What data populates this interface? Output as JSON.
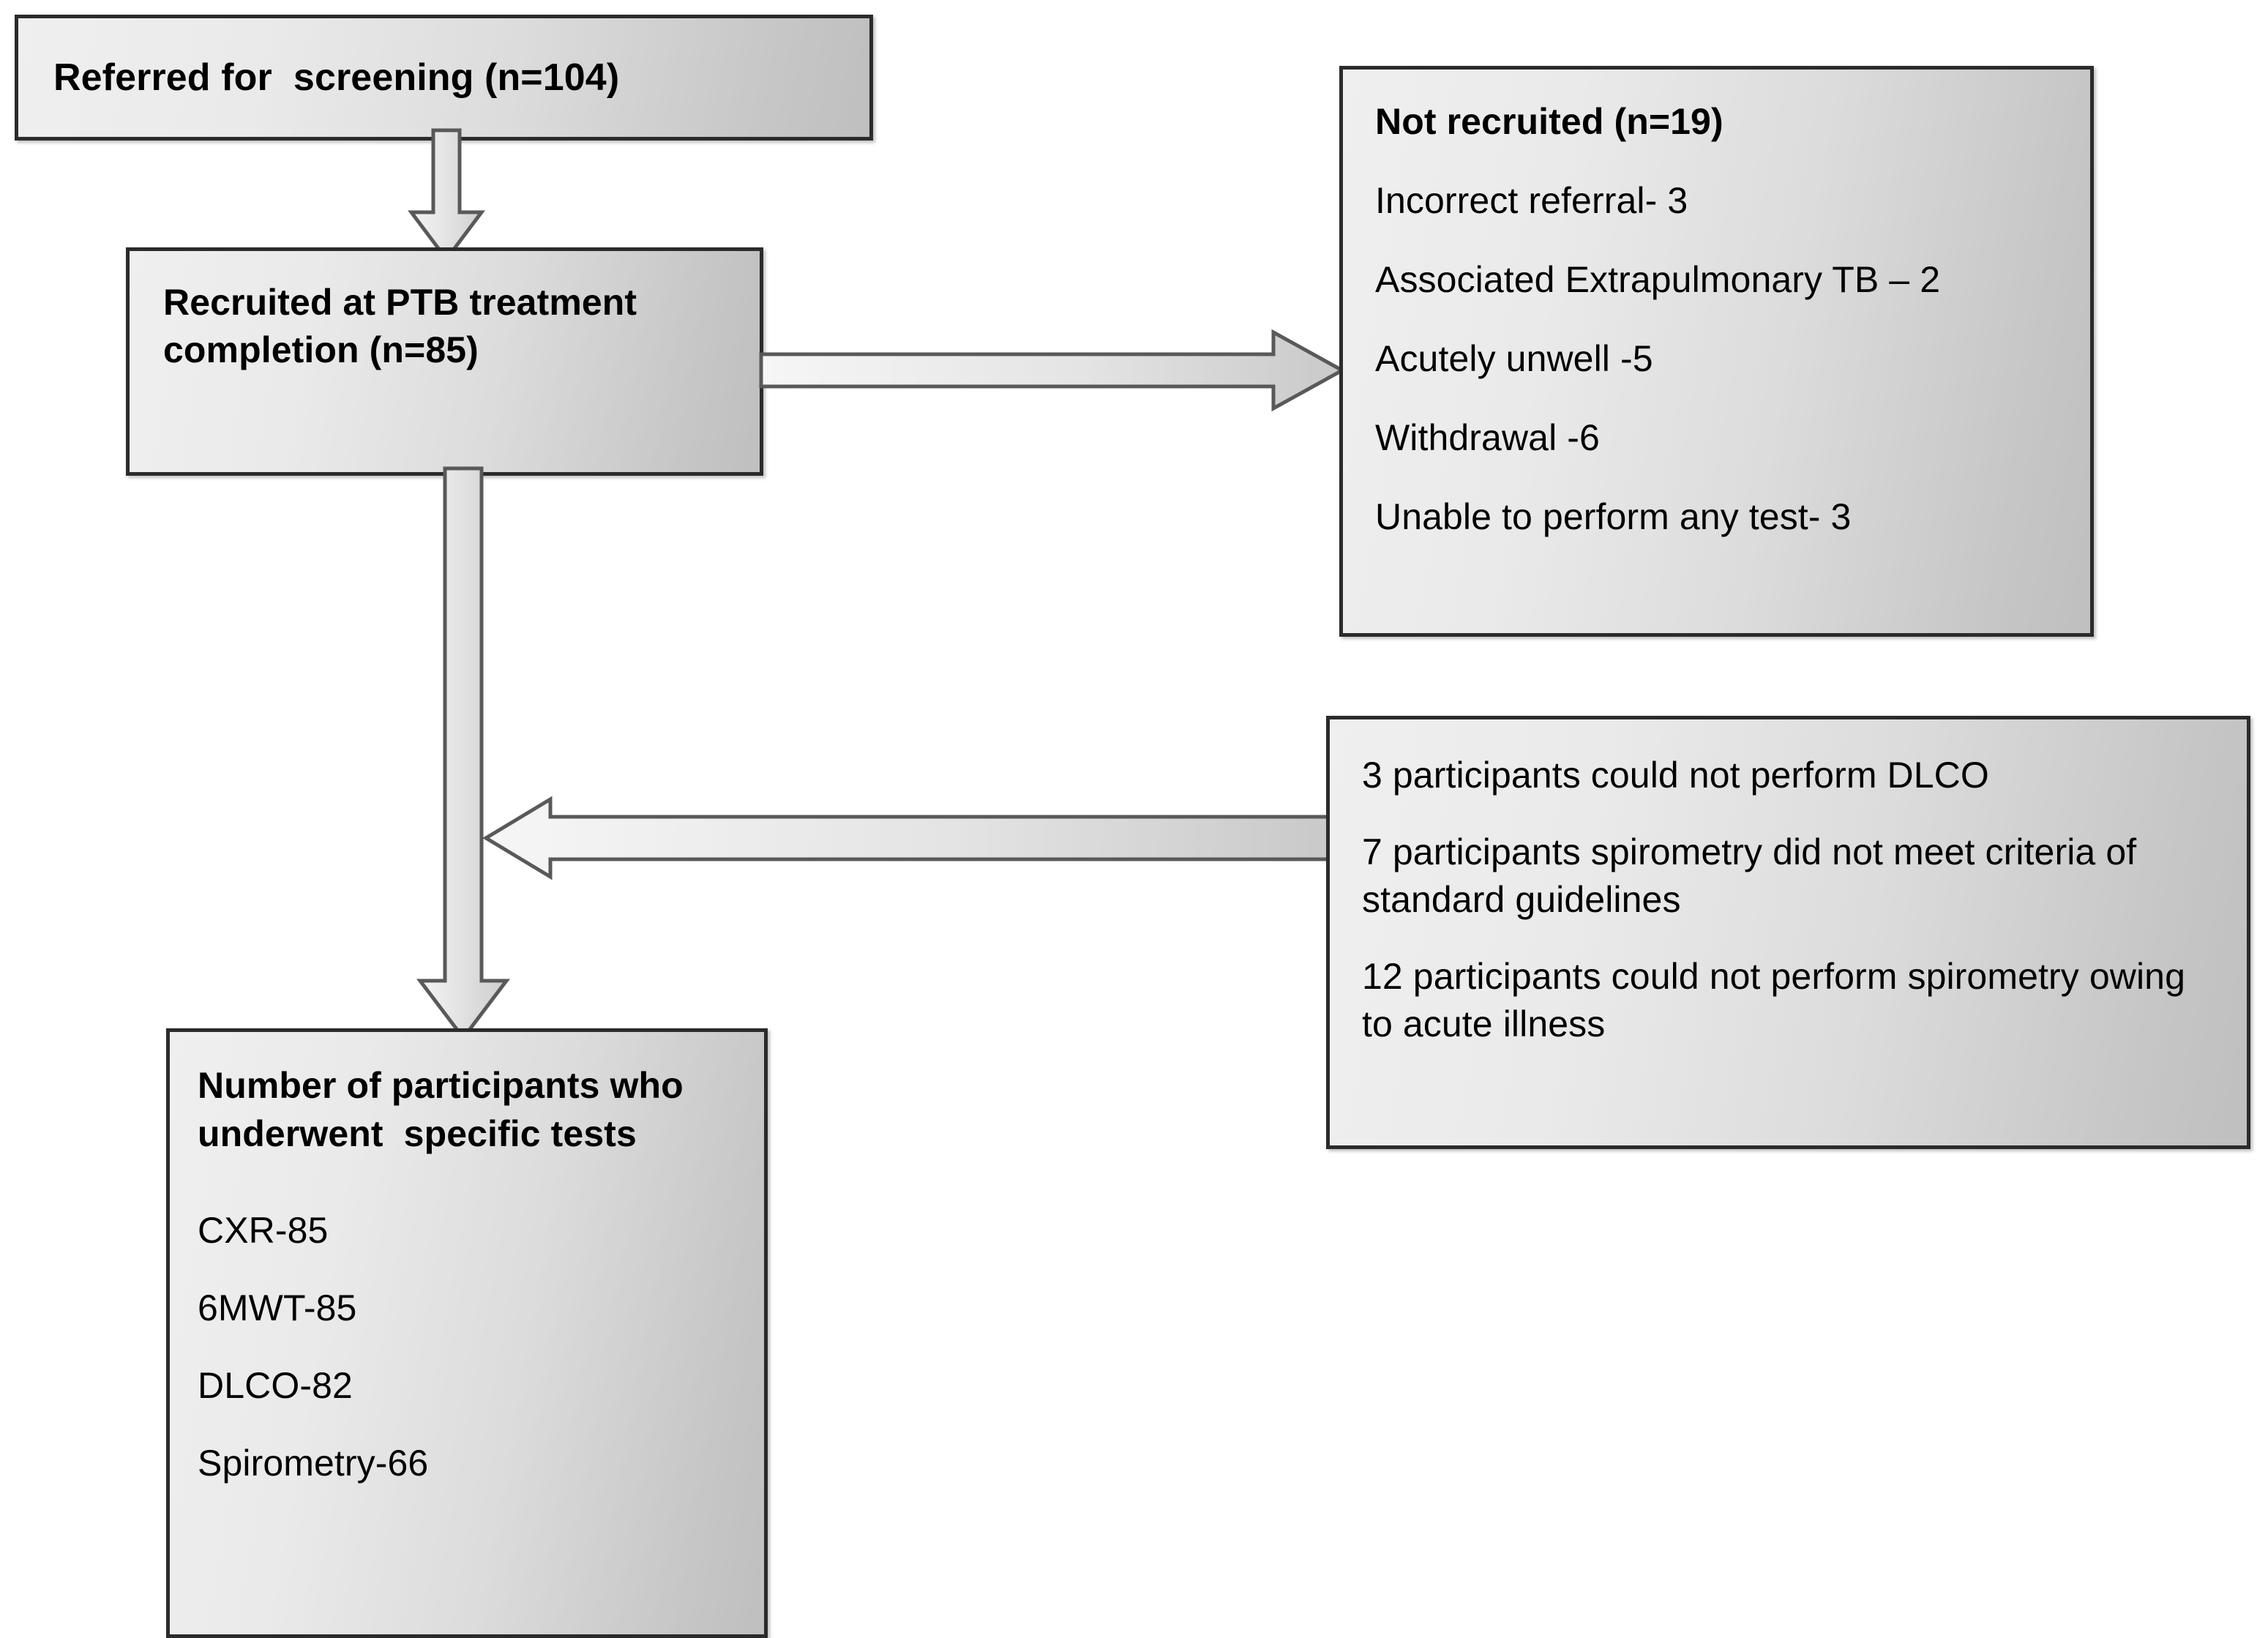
{
  "diagram": {
    "title": "Participant flow diagram",
    "colors": {
      "box_border": "#2b2b2b",
      "box_fill_light": "#efefef",
      "box_fill_dark": "#bfbfbf",
      "arrow_stroke": "#595959",
      "arrow_fill_light": "#f2f2f2",
      "arrow_fill_dark": "#d0d0d0",
      "text": "#000000",
      "background": "#ffffff"
    }
  },
  "boxes": {
    "referred": {
      "name": "Referred for screening",
      "text": "Referred for  screening (n=104)"
    },
    "recruited": {
      "name": "Recruited at PTB treatment completion",
      "line1": "Recruited at PTB treatment",
      "line2": "completion (n=85)"
    },
    "not_recruited": {
      "heading": "Not recruited (n=19)",
      "reasons": [
        "Incorrect referral- 3",
        "Associated Extrapulmonary TB – 2",
        "Acutely unwell -5",
        "Withdrawal -6",
        "Unable to perform any test- 3"
      ]
    },
    "test_notes": {
      "notes": [
        "3 participants could not perform DLCO",
        "7 participants spirometry did not meet criteria of standard guidelines",
        "12 participants could not perform spirometry owing to acute illness"
      ]
    },
    "participants": {
      "heading": "Number of participants who underwent  specific tests",
      "tests": [
        "CXR-85",
        "6MWT-85",
        "DLCO-82",
        "Spirometry-66"
      ]
    }
  },
  "arrows": {
    "referred_to_recruited": "down-arrow",
    "recruited_to_not_recruited": "right-arrow",
    "recruited_to_participants": "down-arrow-long",
    "test_notes_to_flow": "left-arrow"
  },
  "chart_data": {
    "type": "diagram",
    "title": "Study participant flow (CONSORT-style)",
    "nodes": [
      {
        "id": "referred",
        "label": "Referred for  screening (n=104)",
        "n": 104
      },
      {
        "id": "recruited",
        "label": "Recruited at PTB treatment completion (n=85)",
        "n": 85
      },
      {
        "id": "not_recruited",
        "label": "Not recruited (n=19)",
        "n": 19
      },
      {
        "id": "participants",
        "label": "Number of participants who underwent  specific tests"
      }
    ],
    "edges": [
      {
        "from": "referred",
        "to": "recruited",
        "direction": "down"
      },
      {
        "from": "recruited",
        "to": "not_recruited",
        "direction": "right"
      },
      {
        "from": "recruited",
        "to": "participants",
        "direction": "down"
      },
      {
        "from": "test_notes",
        "to": "participants",
        "direction": "left"
      }
    ],
    "exclusions": [
      {
        "reason": "Incorrect referral",
        "n": 3
      },
      {
        "reason": "Associated Extrapulmonary TB",
        "n": 2
      },
      {
        "reason": "Acutely unwell",
        "n": 5
      },
      {
        "reason": "Withdrawal",
        "n": 6
      },
      {
        "reason": "Unable to perform any test",
        "n": 3
      }
    ],
    "test_counts": [
      {
        "test": "CXR",
        "n": 85
      },
      {
        "test": "6MWT",
        "n": 85
      },
      {
        "test": "DLCO",
        "n": 82
      },
      {
        "test": "Spirometry",
        "n": 66
      }
    ],
    "test_failures": [
      {
        "reason": "could not perform DLCO",
        "n": 3
      },
      {
        "reason": "spirometry did not meet criteria of standard guidelines",
        "n": 7
      },
      {
        "reason": "could not perform spirometry owing to acute illness",
        "n": 12
      }
    ]
  }
}
